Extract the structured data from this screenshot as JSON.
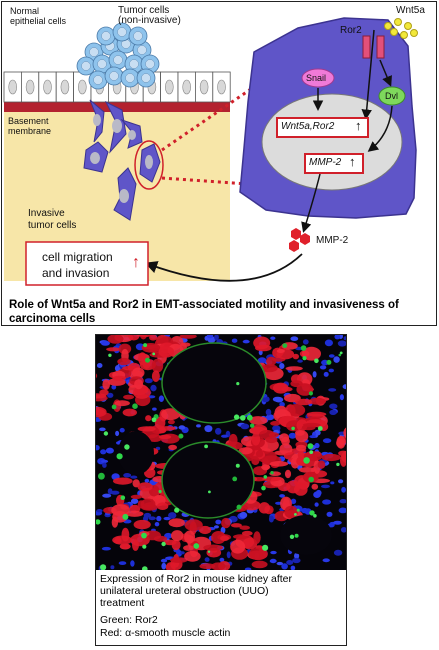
{
  "diagram": {
    "labels": {
      "normal_epithelial_cells": "Normal\nepithelial cells",
      "tumor_cells": "Tumor cells\n(non-invasive)",
      "basement_membrane": "Basement\nmembrane",
      "invasive_tumor_cells": "Invasive\ntumor cells",
      "ror2": "Ror2",
      "wnt5a": "Wnt5a",
      "snail": "Snail",
      "dvl": "Dvl",
      "wnt5a_ror2_box": "Wnt5a,Ror2",
      "mmp2_box": "MMP-2",
      "mmp2_secreted": "MMP-2",
      "cell_migration": "cell migration",
      "and_invasion": "and  invasion",
      "up_arrow": "↑"
    },
    "colors": {
      "cell_purple": "#5f55c8",
      "nucleus_gray": "#dcdcdc",
      "stroma_yellow": "#f7e6a8",
      "membrane_red": "#b3222f",
      "box_red": "#d0202a",
      "snail_pink": "#f07ad8",
      "dvl_green": "#7ed85c",
      "wnt5a_yellow": "#f2e83a",
      "tumor_blue": "#8ec3ec"
    },
    "caption": "Role of Wnt5a and Ror2 in EMT-associated motility and invasiveness of carcinoma cells"
  },
  "micrograph": {
    "caption_lines": [
      "Expression of Ror2 in mouse kidney after",
      "unilateral ureteral obstruction  (UUO)",
      "treatment"
    ],
    "green_label": "Green: Ror2",
    "red_label": "Red: α-smooth muscle actin"
  }
}
